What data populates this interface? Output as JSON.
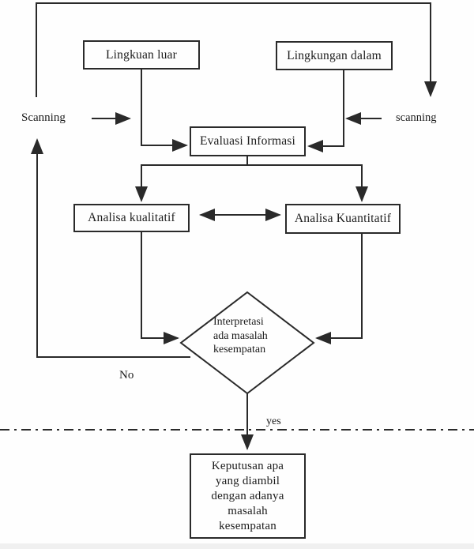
{
  "diagram": {
    "nodes": {
      "lingkuan_luar": {
        "label": "Lingkuan luar"
      },
      "lingkungan_dalam": {
        "label": "Lingkungan dalam"
      },
      "evaluasi_informasi": {
        "label": "Evaluasi Informasi"
      },
      "analisa_kualitatif": {
        "label": "Analisa kualitatif"
      },
      "analisa_kuantitatif": {
        "label": "Analisa Kuantitatif"
      },
      "interpretasi": {
        "lines": [
          "Interpretasi",
          "ada masalah",
          "kesempatan"
        ]
      },
      "keputusan": {
        "lines": [
          "Keputusan apa",
          "yang diambil",
          "dengan adanya",
          "masalah",
          "kesempatan"
        ]
      }
    },
    "edge_labels": {
      "scanning_left": "Scanning",
      "scanning_right": "scanning",
      "no": "No",
      "yes": "yes"
    },
    "colors": {
      "line": "#2a2a2a",
      "text": "#1c1c1c",
      "background": "#fefefe",
      "footer_strip": "#f0f0f0"
    }
  }
}
